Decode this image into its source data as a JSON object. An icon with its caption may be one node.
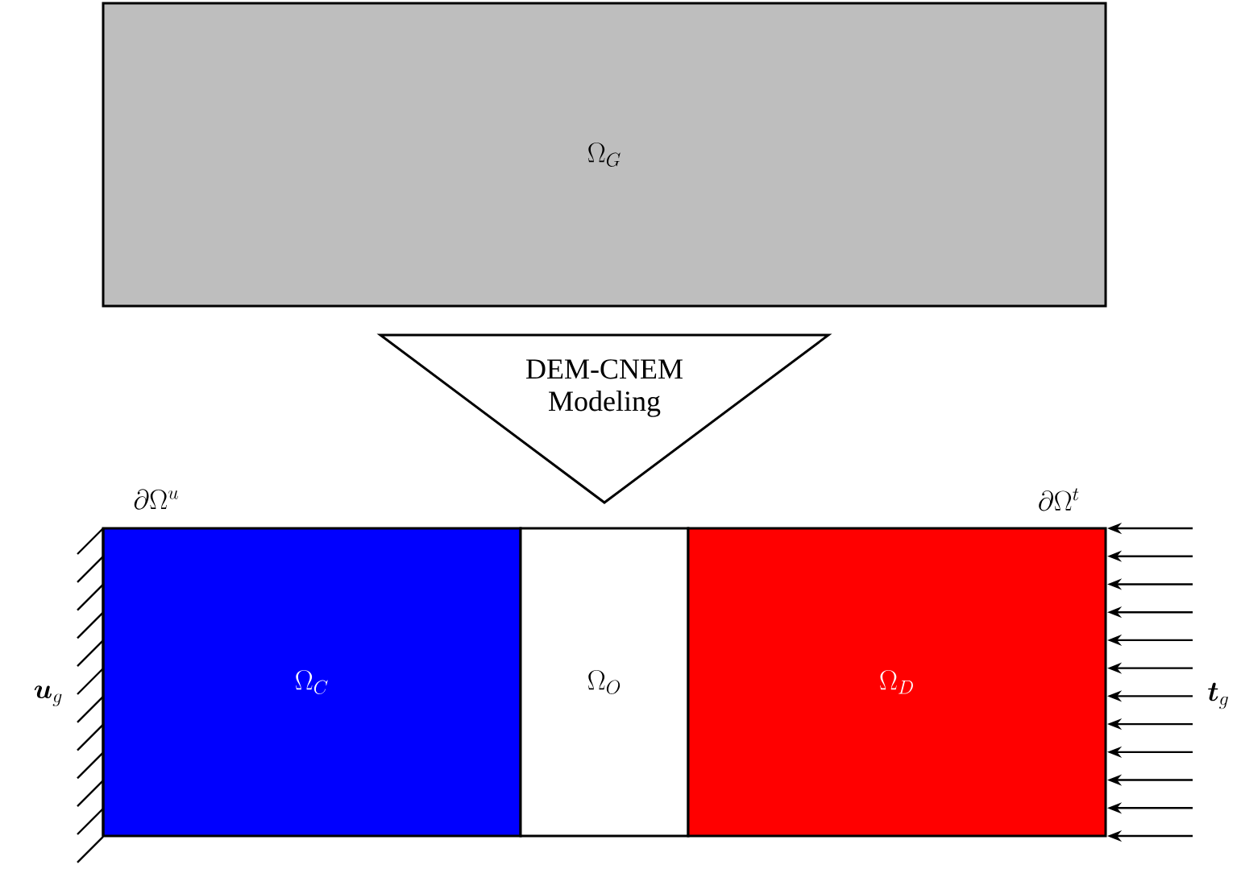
{
  "diagram": {
    "nodes": [
      {
        "text": [
          "\\Omega_G"
        ]
      },
      {
        "text": [
          "DEM-CNEM Modeling"
        ]
      },
      {
        "text": [
          "\\Omega_C"
        ]
      },
      {
        "text": [
          "\\Omega_O"
        ]
      },
      {
        "text": [
          "\\Omega_D"
        ]
      }
    ],
    "labels": [
      "\\partial\\Omega^u",
      "\\partial\\Omega^t",
      "\\boldsymbol{u}_g",
      "\\boldsymbol{t}_g"
    ]
  }
}
